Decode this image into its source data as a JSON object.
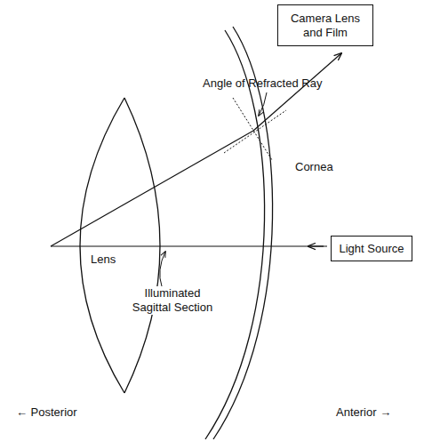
{
  "diagram": {
    "nodes": [
      {
        "text": [
          "Camera Lens and Film"
        ]
      },
      {
        "text": [
          "Light Source"
        ]
      }
    ],
    "labels": [
      "Angle of Refracted Ray",
      "Cornea",
      "Lens",
      "Illuminated Sagittal Section",
      "← Posterior",
      "Anterior →"
    ]
  }
}
